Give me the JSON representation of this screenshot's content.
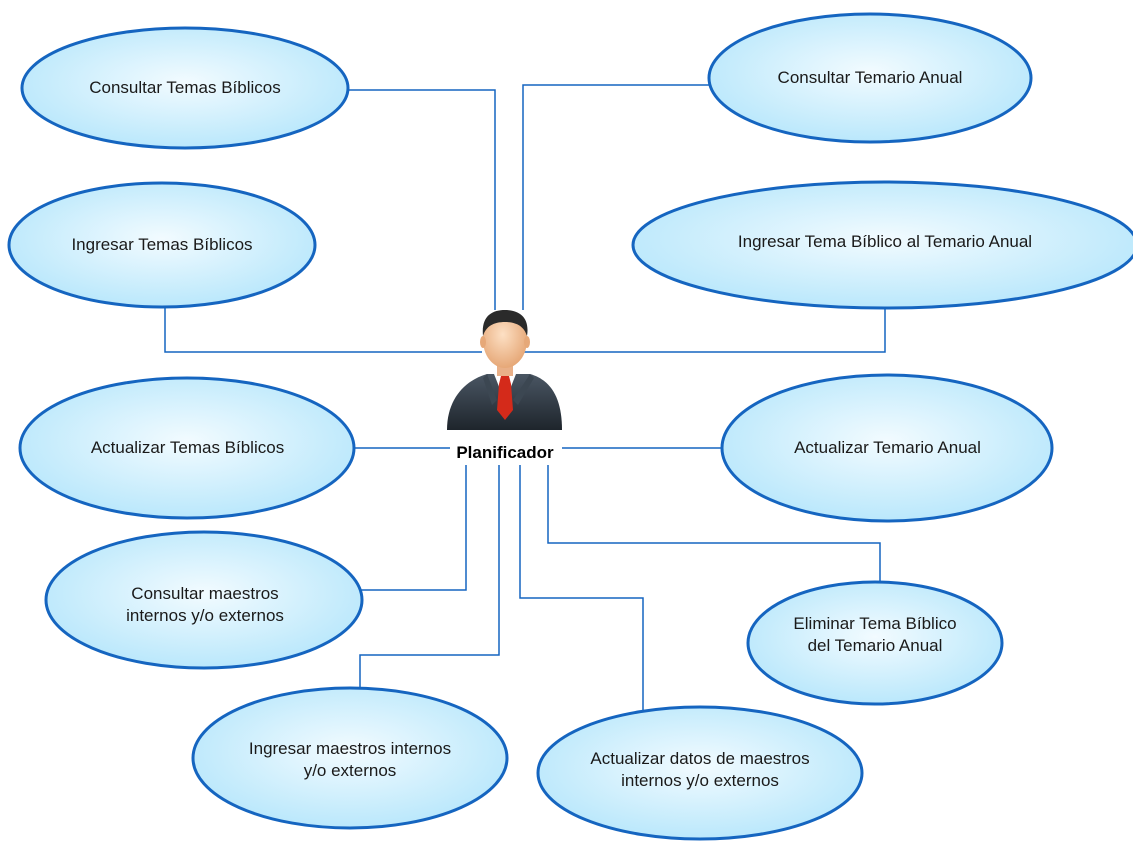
{
  "actor": {
    "name": "Planificador",
    "icon": "businessman-icon"
  },
  "use_cases": [
    {
      "id": "uc1",
      "label": "Consultar Temas Bíblicos"
    },
    {
      "id": "uc2",
      "label": "Ingresar Temas Bíblicos"
    },
    {
      "id": "uc3",
      "label": "Actualizar Temas Bíblicos"
    },
    {
      "id": "uc4",
      "label": "Consultar maestros internos y/o externos"
    },
    {
      "id": "uc5",
      "label": "Ingresar maestros internos y/o externos"
    },
    {
      "id": "uc6",
      "label": "Actualizar datos de maestros internos y/o externos"
    },
    {
      "id": "uc7",
      "label": "Eliminar Tema Bíblico del Temario Anual"
    },
    {
      "id": "uc8",
      "label": "Actualizar Temario Anual"
    },
    {
      "id": "uc9",
      "label": "Ingresar Tema Bíblico al Temario Anual"
    },
    {
      "id": "uc10",
      "label": "Consultar Temario Anual"
    }
  ],
  "colors": {
    "ellipse_fill_center": "#f2fbff",
    "ellipse_fill_edge": "#b5e6fb",
    "ellipse_stroke": "#1565c0",
    "connector": "#1565c0",
    "suit": "#2d3640",
    "tie": "#d42a1a",
    "skin": "#f5c9a0",
    "hair": "#2a2a2a"
  }
}
